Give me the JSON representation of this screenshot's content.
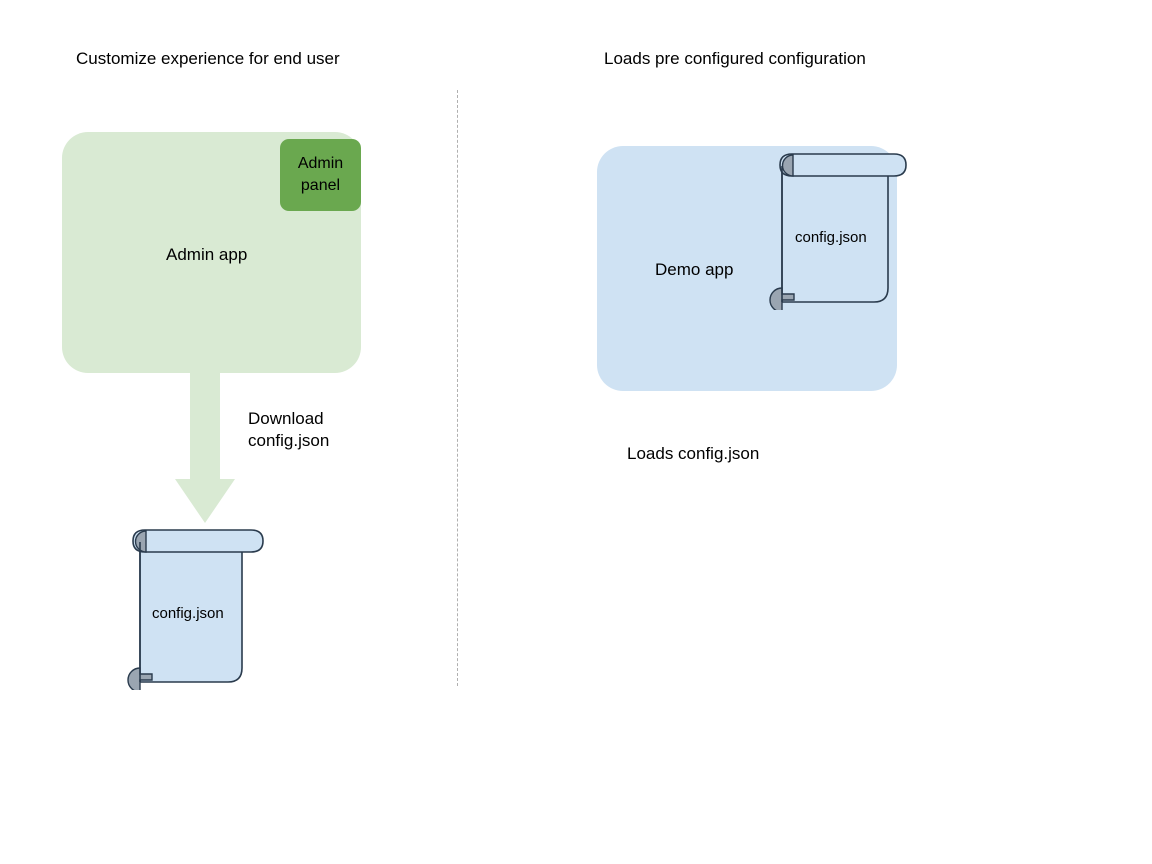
{
  "diagram": {
    "title_left": "Customize experience for end user",
    "title_right": "Loads pre configured configuration",
    "divider": {
      "style": "dotted-vertical",
      "color": "#b0b0b0"
    }
  },
  "left_flow": {
    "app": {
      "label": "Admin app",
      "fill": "#d9ead3"
    },
    "badge": {
      "label": "Admin panel",
      "fill": "#6aa84f"
    },
    "arrow": {
      "label": "Download config.json",
      "direction": "down",
      "fill": "#d9ead3"
    },
    "file": {
      "label": "config.json",
      "fill": "#cfe2f3",
      "stroke": "#2a3b4d",
      "curl_fill": "#9aa5b1"
    }
  },
  "right_flow": {
    "app": {
      "label": "Demo app",
      "fill": "#cfe2f3"
    },
    "file": {
      "label": "config.json",
      "fill": "#cfe2f3",
      "stroke": "#2a3b4d",
      "curl_fill": "#9aa5b1"
    },
    "caption": "Loads config.json"
  }
}
